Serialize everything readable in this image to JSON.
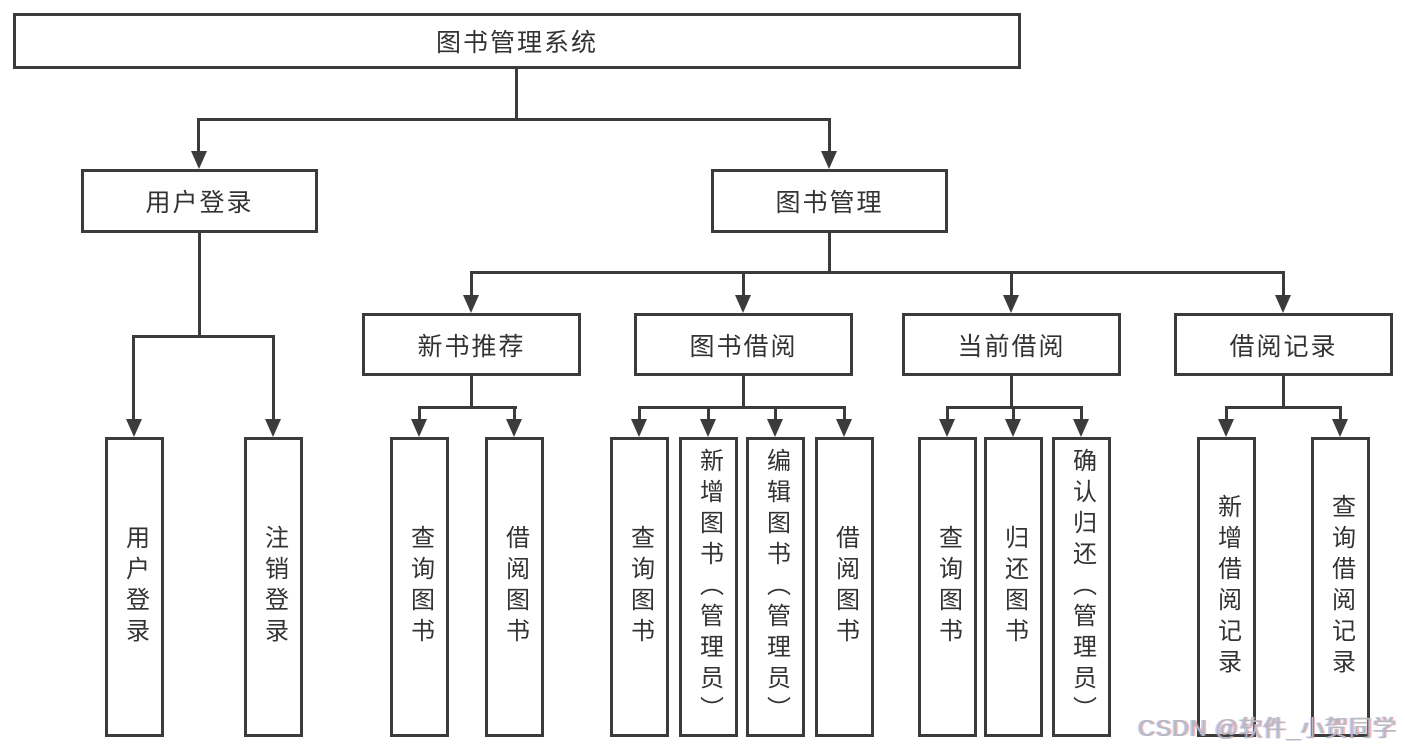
{
  "diagram": {
    "root": "图书管理系统",
    "level1": [
      "用户登录",
      "图书管理"
    ],
    "level2": [
      "新书推荐",
      "图书借阅",
      "当前借阅",
      "借阅记录"
    ],
    "leaves_user_login": [
      "用户登录",
      "注销登录"
    ],
    "leaves_new_books": [
      "查询图书",
      "借阅图书"
    ],
    "leaves_book_borrow": [
      "查询图书",
      "新增图书（管理员）",
      "编辑图书（管理员）",
      "借阅图书"
    ],
    "leaves_current_borrow": [
      "查询图书",
      "归还图书",
      "确认归还（管理员）"
    ],
    "leaves_borrow_records": [
      "新增借阅记录",
      "查询借阅记录"
    ]
  },
  "watermark": "CSDN @软件_小贺同学",
  "colors": {
    "line": "#3b3b3b",
    "text": "#333333",
    "background": "#ffffff",
    "watermark": "#b7b9c1"
  }
}
